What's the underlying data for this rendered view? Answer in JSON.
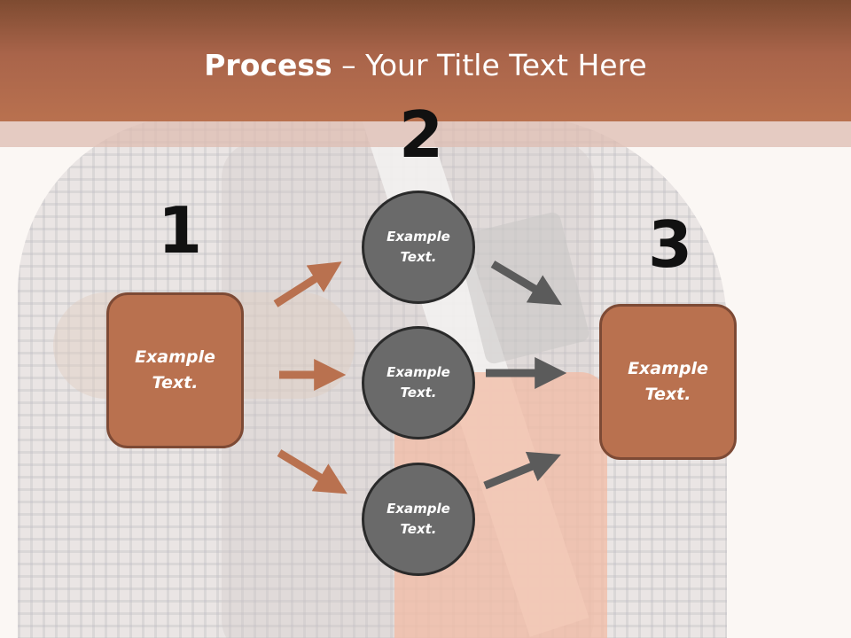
{
  "title": {
    "bold": "Process",
    "rest": " – Your Title Text Here"
  },
  "steps": {
    "one": "1",
    "two": "2",
    "three": "3"
  },
  "boxes": {
    "left": "Example\nText.",
    "right": "Example\nText."
  },
  "circles": {
    "top": "Example\nText.",
    "middle": "Example\nText.",
    "bottom": "Example\nText."
  },
  "colors": {
    "header": "#b9714f",
    "box": "#b9714f",
    "circle": "#6a6a6a",
    "arrow_brown": "#b9714f",
    "arrow_gray": "#5b5b5b"
  }
}
